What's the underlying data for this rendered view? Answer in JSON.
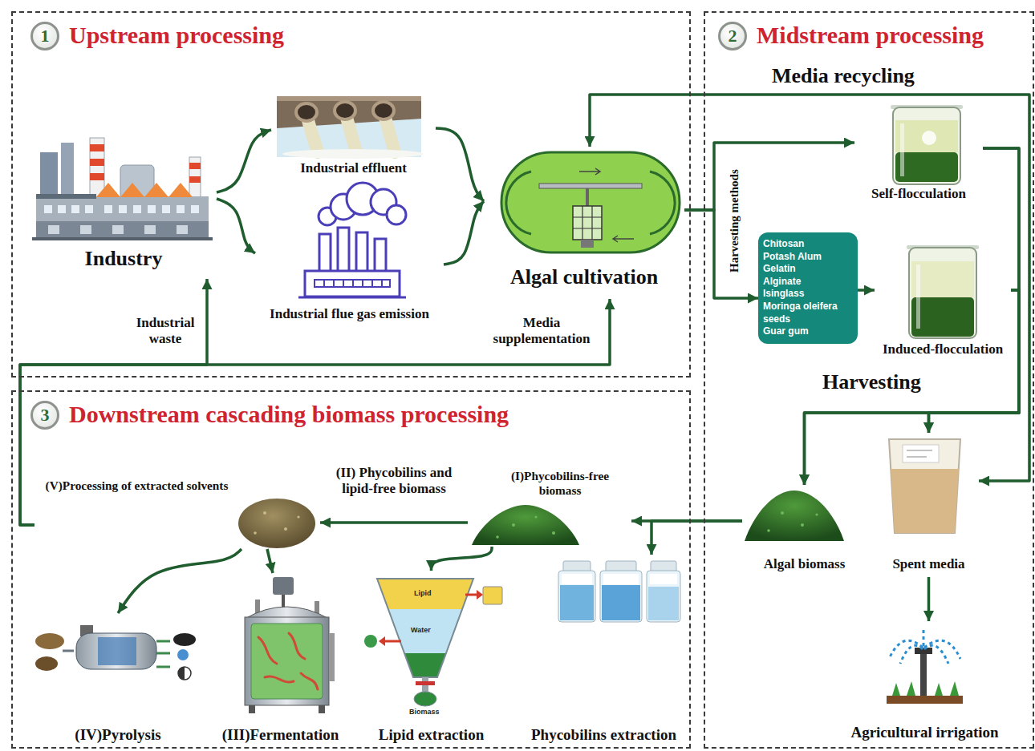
{
  "diagram": {
    "nodes": [
      {
        "text": [
          "Upstream processing"
        ]
      },
      {
        "text": [
          "1"
        ],
        "in": 0
      },
      {
        "text": [
          "Industry"
        ],
        "in": 0
      },
      {
        "text": [
          "Industrial effluent"
        ],
        "in": 0
      },
      {
        "text": [
          "Industrial flue gas emission"
        ],
        "in": 0
      },
      {
        "text": [
          "Algal cultivation"
        ],
        "in": 0
      },
      {
        "text": [
          "Midstream processing"
        ]
      },
      {
        "text": [
          "2"
        ],
        "in": 6
      },
      {
        "text": [
          "Self-flocculation"
        ],
        "in": 6
      },
      {
        "text": [
          "Chitosan",
          "Potash Alum",
          "Gelatin",
          "Alginate",
          "Isinglass",
          "Moringa oleifera seeds",
          "Guar gum"
        ],
        "in": 6
      },
      {
        "text": [
          "Induced-flocculation"
        ],
        "in": 6
      },
      {
        "text": [
          "Algal biomass"
        ],
        "in": 6
      },
      {
        "text": [
          "Spent media"
        ],
        "in": 6
      },
      {
        "text": [
          "Agricultural irrigation"
        ],
        "in": 6
      },
      {
        "text": [
          "Downstream cascading biomass processing"
        ]
      },
      {
        "text": [
          "3"
        ],
        "in": 14
      },
      {
        "text": [
          "(V)Processing of extracted solvents"
        ],
        "in": 14
      },
      {
        "text": [
          "(I)Phycobilins-free biomass"
        ],
        "in": 14
      },
      {
        "text": [
          "(IV)Pyrolysis"
        ],
        "in": 14
      },
      {
        "text": [
          "(III)Fermentation"
        ],
        "in": 14
      },
      {
        "text": [
          "Lipid extraction"
        ],
        "in": 14
      },
      {
        "text": [
          "Phycobilins extraction"
        ],
        "in": 14
      }
    ],
    "edges": [
      {
        "from": 2,
        "to": 3,
        "arrow": "to"
      },
      {
        "from": 2,
        "to": 4,
        "arrow": "to"
      },
      {
        "from": 3,
        "to": 5,
        "arrow": "to"
      },
      {
        "from": 4,
        "to": 5,
        "arrow": "to"
      },
      {
        "from": 5,
        "to": 8,
        "arrow": "to"
      },
      {
        "from": 5,
        "to": 9,
        "arrow": "to"
      },
      {
        "from": 9,
        "to": 10,
        "arrow": "to"
      },
      {
        "from": 8,
        "to": 11,
        "arrow": "to"
      },
      {
        "from": 8,
        "to": 12,
        "arrow": "to"
      },
      {
        "from": 10,
        "to": 11,
        "arrow": "to"
      },
      {
        "from": 10,
        "to": 12,
        "arrow": "to"
      },
      {
        "from": 12,
        "to": 5,
        "label": "Media recycling",
        "arrow": "both"
      },
      {
        "from": 12,
        "to": 13,
        "arrow": "to"
      },
      {
        "from": 11,
        "to": 17,
        "arrow": "to"
      },
      {
        "from": 11,
        "to": 21,
        "arrow": "to"
      },
      {
        "from": 17,
        "to": 16,
        "label": "(II) Phycobilins and lipid-free biomass",
        "arrow": "to"
      },
      {
        "from": 17,
        "to": 20,
        "arrow": "to"
      },
      {
        "from": 16,
        "to": 18,
        "arrow": "to"
      },
      {
        "from": 16,
        "to": 19,
        "arrow": "to"
      },
      {
        "from": 16,
        "to": 2,
        "label": "Industrial waste",
        "arrow": "to"
      },
      {
        "from": 16,
        "to": 5,
        "label": "Media supplementation",
        "arrow": "to"
      }
    ],
    "labels": [
      "Harvesting methods",
      "Harvesting",
      "Lipid",
      "Water",
      "Biomass"
    ]
  }
}
